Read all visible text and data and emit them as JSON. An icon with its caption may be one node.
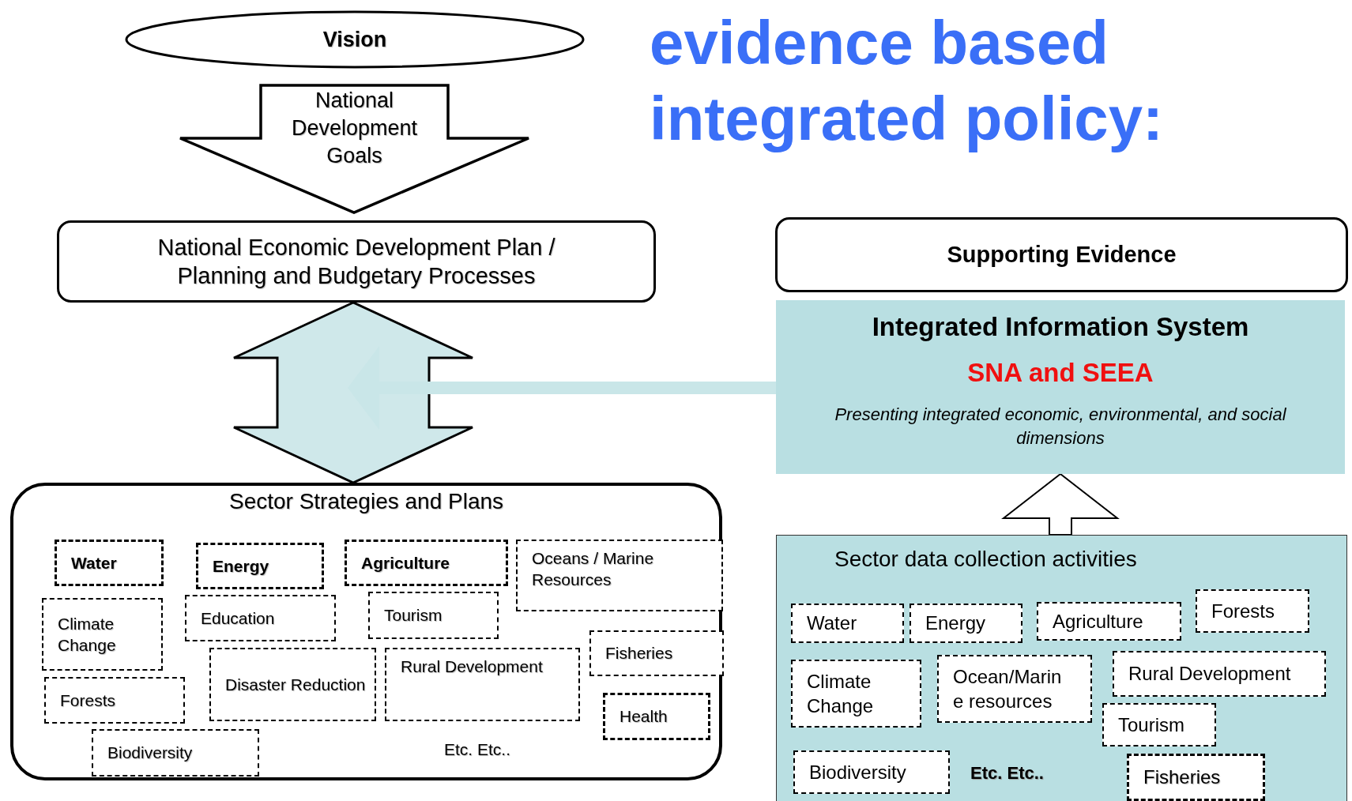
{
  "diagram": {
    "title": "evidence based integrated policy:",
    "nodes": [
      {
        "text": [
          "Vision"
        ]
      },
      {
        "text": [
          "National Development Goals"
        ]
      },
      {
        "text": [
          "National Economic Development Plan / Planning and Budgetary Processes"
        ]
      },
      {
        "text": [
          "Sector Strategies and Plans",
          "Etc. Etc.."
        ]
      },
      {
        "text": [
          "Water"
        ],
        "in": 3
      },
      {
        "text": [
          "Energy"
        ],
        "in": 3
      },
      {
        "text": [
          "Agriculture"
        ],
        "in": 3
      },
      {
        "text": [
          "Oceans / Marine Resources"
        ],
        "in": 3
      },
      {
        "text": [
          "Climate Change"
        ],
        "in": 3
      },
      {
        "text": [
          "Education"
        ],
        "in": 3
      },
      {
        "text": [
          "Tourism"
        ],
        "in": 3
      },
      {
        "text": [
          "Fisheries"
        ],
        "in": 3
      },
      {
        "text": [
          "Disaster Reduction"
        ],
        "in": 3
      },
      {
        "text": [
          "Rural Development"
        ],
        "in": 3
      },
      {
        "text": [
          "Forests"
        ],
        "in": 3
      },
      {
        "text": [
          "Health"
        ],
        "in": 3
      },
      {
        "text": [
          "Biodiversity"
        ],
        "in": 3
      },
      {
        "text": [
          "Supporting Evidence"
        ]
      },
      {
        "text": [
          "Integrated Information System",
          "SNA and SEEA",
          "Presenting  integrated economic, environmental, and social dimensions"
        ]
      },
      {
        "text": [
          "Sector data collection activities",
          "Etc. Etc.."
        ]
      },
      {
        "text": [
          "Water"
        ],
        "in": 19
      },
      {
        "text": [
          "Energy"
        ],
        "in": 19
      },
      {
        "text": [
          "Agriculture"
        ],
        "in": 19
      },
      {
        "text": [
          "Forests"
        ],
        "in": 19
      },
      {
        "text": [
          "Climate Change"
        ],
        "in": 19
      },
      {
        "text": [
          "Ocean/Marin e resources"
        ],
        "in": 19
      },
      {
        "text": [
          "Rural Development"
        ],
        "in": 19
      },
      {
        "text": [
          "Tourism"
        ],
        "in": 19
      },
      {
        "text": [
          "Biodiversity"
        ],
        "in": 19
      },
      {
        "text": [
          "Fisheries"
        ],
        "in": 19
      }
    ],
    "edges": [
      {
        "from": 2,
        "to": 3,
        "arrow": "both",
        "color": "#cfe8ea"
      },
      {
        "from": 18,
        "to": null,
        "arrow": "to",
        "color": "#c9e6e8"
      },
      {
        "from": 19,
        "to": 18,
        "arrow": "to"
      }
    ]
  }
}
